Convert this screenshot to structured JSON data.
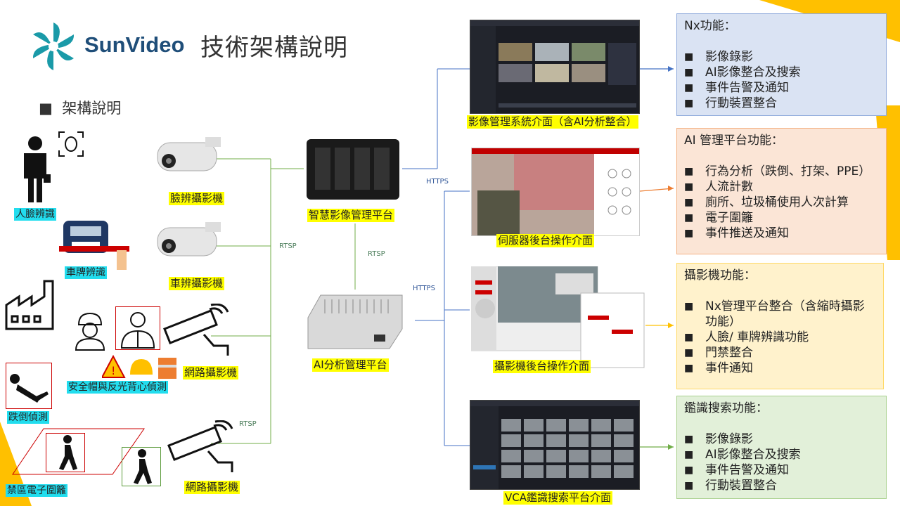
{
  "title": "技術架構說明",
  "logo": {
    "text": "SunVideo"
  },
  "section": {
    "heading": "架構說明"
  },
  "left_labels": {
    "face": "人臉辨識",
    "plate": "車牌辨識",
    "helmet": "安全帽與反光背心偵測",
    "fall": "跌倒偵測",
    "fence": "禁區電子圍籬"
  },
  "cameras": {
    "face_cam": "臉辨攝影機",
    "plate_cam": "車辨攝影機",
    "net_cam1": "網路攝影機",
    "net_cam2": "網路攝影機"
  },
  "platforms": {
    "nvr": "智慧影像管理平台",
    "ai": "AI分析管理平台"
  },
  "connections": {
    "rtsp1": "RTSP",
    "rtsp2": "RTSP",
    "rtsp3": "RTSP",
    "https1": "HTTPS",
    "https2": "HTTPS"
  },
  "screens": {
    "s1": "影像管理系統介面（含AI分析整合）",
    "s2": "伺服器後台操作介面",
    "s3": "攝影機後台操作介面",
    "s4": "VCA鑑識搜索平台介面"
  },
  "panels": {
    "nx": {
      "title": "Nx功能：",
      "items": [
        "影像錄影",
        "AI影像整合及搜索",
        "事件告警及通知",
        "行動裝置整合"
      ]
    },
    "ai": {
      "title": "AI 管理平台功能：",
      "items": [
        "行為分析（跌倒、打架、PPE）",
        "人流計數",
        "廁所、垃圾桶使用人次計算",
        "電子圍籬",
        "事件推送及通知"
      ]
    },
    "cam": {
      "title": "攝影機功能：",
      "items": [
        "Nx管理平台整合（含縮時攝影功能）",
        "人臉/ 車牌辨識功能",
        "門禁整合",
        "事件通知"
      ]
    },
    "vca": {
      "title": "鑑識搜索功能：",
      "items": [
        "影像錄影",
        "AI影像整合及搜索",
        "事件告警及通知",
        "行動裝置整合"
      ]
    }
  },
  "colors": {
    "accent_yellow": "#ffc000",
    "link_green": "#70ad47",
    "link_blue": "#4472c4"
  }
}
